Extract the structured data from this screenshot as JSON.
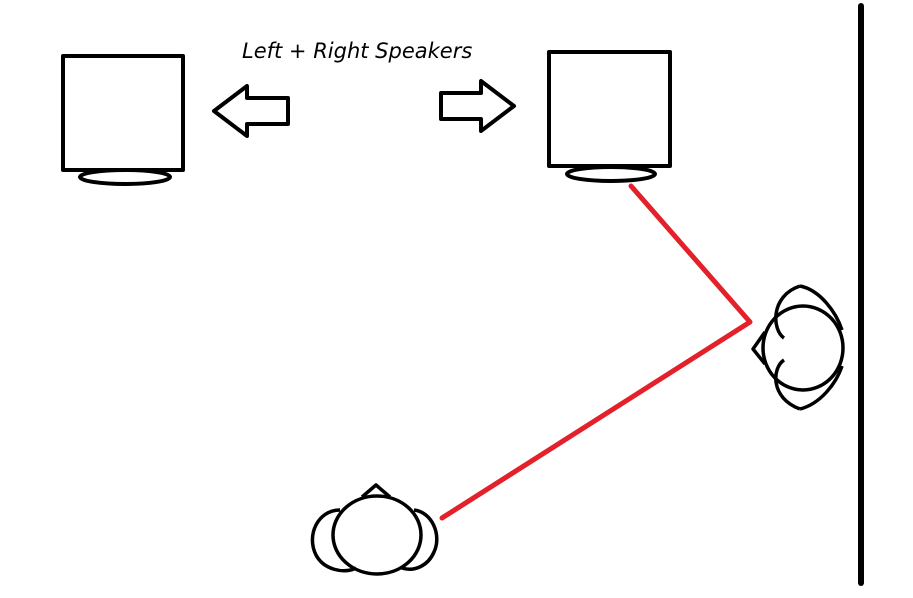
{
  "title": "Left + Right Speakers",
  "colors": {
    "ink": "#000000",
    "reflection": "#e3212b",
    "background": "#ffffff"
  },
  "elements": {
    "left_speaker": "speaker-box",
    "right_speaker": "speaker-box",
    "left_arrow": "arrow-left-icon",
    "right_arrow": "arrow-right-icon",
    "wall": "side-wall",
    "listener": "head-top-view-icon",
    "reflected_head": "head-top-view-icon",
    "reflection_path": "sound-reflection-line"
  }
}
